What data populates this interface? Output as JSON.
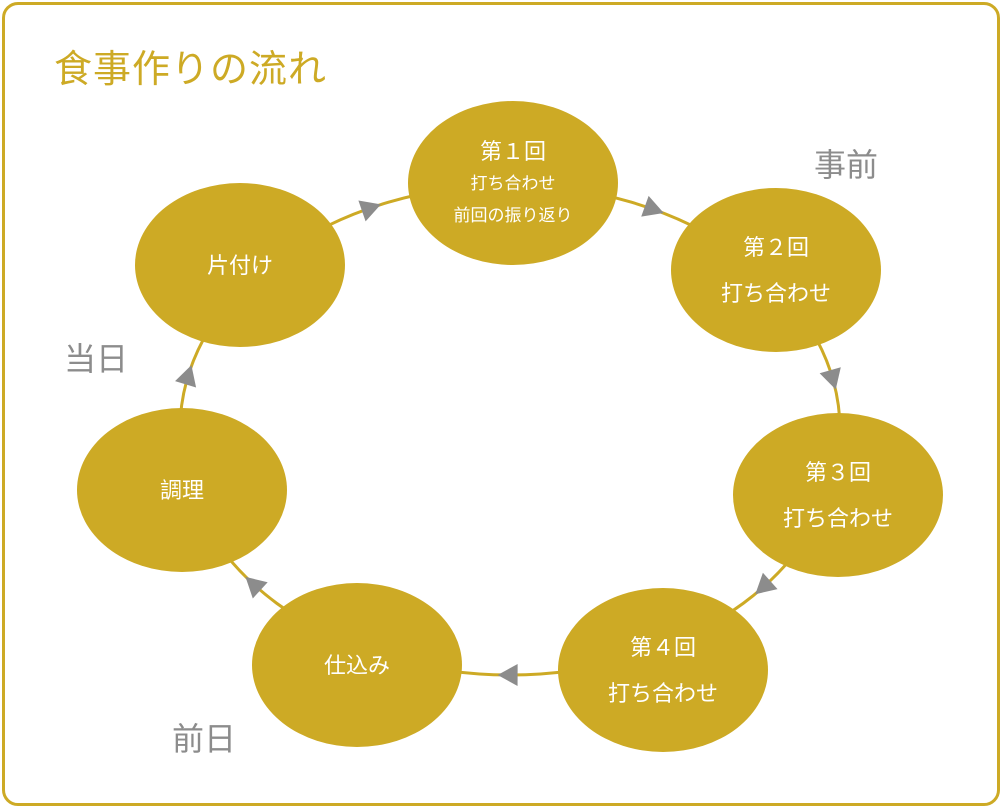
{
  "title": "食事作りの流れ",
  "colors": {
    "accent": "#cdaa25",
    "arrow": "#8c8c8c",
    "phase_text": "#8c8c8c",
    "node_text": "#ffffff"
  },
  "phases": {
    "before": "事前",
    "day_before": "前日",
    "same_day": "当日"
  },
  "nodes": [
    {
      "id": "meeting-1",
      "lines": [
        "第１回",
        "打ち合わせ",
        "前回の振り返り"
      ]
    },
    {
      "id": "meeting-2",
      "lines": [
        "第２回",
        "打ち合わせ"
      ]
    },
    {
      "id": "meeting-3",
      "lines": [
        "第３回",
        "打ち合わせ"
      ]
    },
    {
      "id": "meeting-4",
      "lines": [
        "第４回",
        "打ち合わせ"
      ]
    },
    {
      "id": "preparation",
      "lines": [
        "仕込み"
      ]
    },
    {
      "id": "cooking",
      "lines": [
        "調理"
      ]
    },
    {
      "id": "cleanup",
      "lines": [
        "片付け"
      ]
    }
  ],
  "flow": [
    [
      "meeting-1",
      "meeting-2"
    ],
    [
      "meeting-2",
      "meeting-3"
    ],
    [
      "meeting-3",
      "meeting-4"
    ],
    [
      "meeting-4",
      "preparation"
    ],
    [
      "preparation",
      "cooking"
    ],
    [
      "cooking",
      "cleanup"
    ],
    [
      "cleanup",
      "meeting-1"
    ]
  ]
}
